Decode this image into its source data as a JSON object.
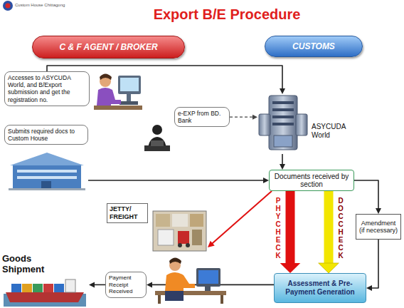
{
  "diagram": {
    "title": "Export B/E Procedure",
    "nodes": [
      {
        "text": [
          "C & F AGENT / BROKER"
        ]
      },
      {
        "text": [
          "CUSTOMS"
        ]
      },
      {
        "text": [
          "Accesses to ASYCUDA World, and B/Export submission and get the registration no."
        ]
      },
      {
        "text": [
          "e-EXP from BD. Bank"
        ]
      },
      {
        "text": [
          "ASYCUDA World"
        ]
      },
      {
        "text": [
          "Submits required docs to Custom House"
        ]
      },
      {
        "text": [
          "Documents received by section"
        ]
      },
      {
        "text": [
          "JETTY/ FREIGHT"
        ]
      },
      {
        "text": [
          "Amendment (if necessary)"
        ]
      },
      {
        "text": [
          "Assessment & Pre-Payment Generation"
        ]
      },
      {
        "text": [
          "Payment Receipt Received"
        ]
      },
      {
        "text": [
          "Goods Shipment"
        ]
      }
    ],
    "edges": [
      {
        "from": 2,
        "to": 4,
        "arrow": "to"
      },
      {
        "from": 3,
        "to": 4,
        "arrow": "to"
      },
      {
        "from": 4,
        "to": 6,
        "arrow": "to"
      },
      {
        "from": 5,
        "to": 6,
        "arrow": "to"
      },
      {
        "from": 6,
        "to": 8,
        "arrow": "to"
      },
      {
        "from": 6,
        "to": 9,
        "label": "PHY CHECK",
        "arrow": "to"
      },
      {
        "from": 6,
        "to": 9,
        "label": "DOC CHECK",
        "arrow": "to"
      },
      {
        "from": 6,
        "to": 7,
        "arrow": "to"
      },
      {
        "from": 8,
        "to": 9,
        "arrow": "to"
      },
      {
        "from": 9,
        "to": 10,
        "arrow": "to"
      },
      {
        "from": 10,
        "to": 11,
        "arrow": "to"
      }
    ],
    "labels": [
      "Custom House Chittagong"
    ]
  }
}
